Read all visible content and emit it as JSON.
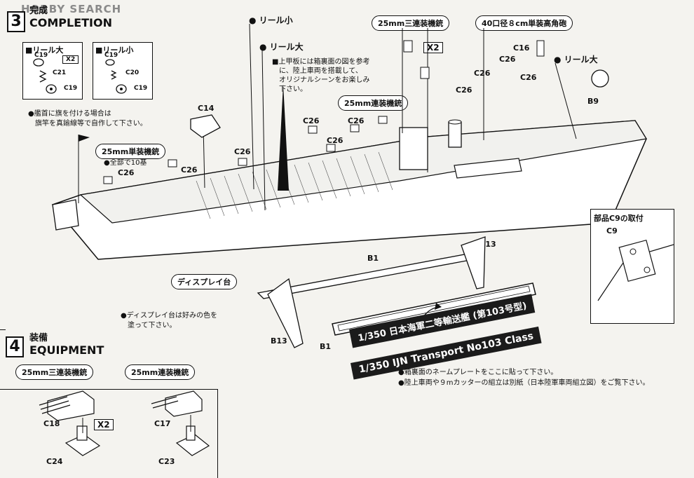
{
  "watermark": "HOBBY SEARCH",
  "step3": {
    "number": "3",
    "title_jp": "完成",
    "title_en": "COMPLETION"
  },
  "step4": {
    "number": "4",
    "title_jp": "装備",
    "title_en": "EQUIPMENT"
  },
  "reel_large_box": {
    "title": "■リール大",
    "x2": "X2",
    "parts": [
      "C19",
      "C21",
      "C19"
    ]
  },
  "reel_small_box": {
    "title": "■リール小",
    "parts": [
      "C19",
      "C20",
      "C19"
    ]
  },
  "callouts": {
    "reel_small": "リール小",
    "reel_large_mid": "リール大",
    "reel_large_right": "リール大",
    "triple_25mm": "25mm三連装機銃",
    "triple_x2": "X2",
    "gun_40": "40口径８cm単装高角砲",
    "twin_25mm": "25mm連装機銃",
    "single_25mm": "25mm単装機銃",
    "total_10": "●全部で10基",
    "flag_note_1": "●艦首に旗を付ける場合は",
    "flag_note_2": "旗竿を真鍮線等で自作して下さい。",
    "deck_note_1": "上甲板には箱裏面の図を参考",
    "deck_note_2": "に、陸上車両を搭載して、",
    "deck_note_3": "オリジナルシーンをお楽しみ",
    "deck_note_4": "下さい。",
    "c9_title": "部品C9の取付",
    "display_stand": "ディスプレイ台",
    "stand_note_1": "●ディスプレイ台は好みの色を",
    "stand_note_2": "塗って下さい。",
    "nameplate_note": "●箱裏面のネームプレートをここに貼って下さい。",
    "vehicle_note": "●陸上車両や９mカッターの組立は別紙（日本陸軍車両組立図）をご覧下さい。"
  },
  "part_labels": {
    "C14": "C14",
    "C16": "C16",
    "B9": "B9",
    "C9": "C9",
    "B1_top": "B1",
    "B1_bottom": "B1",
    "B13_top": "B13",
    "B13_bottom": "B13",
    "C26": "C26"
  },
  "nameplate": {
    "line1": "1/350 日本海軍二等輸送艦 (第103号型)",
    "line2": "1/350 IJN Transport No103 Class"
  },
  "equipment": {
    "triple_title": "25mm三連装機銃",
    "twin_title": "25mm連装機銃",
    "x2": "X2",
    "C18": "C18",
    "C24": "C24",
    "C17": "C17",
    "C23": "C23"
  }
}
